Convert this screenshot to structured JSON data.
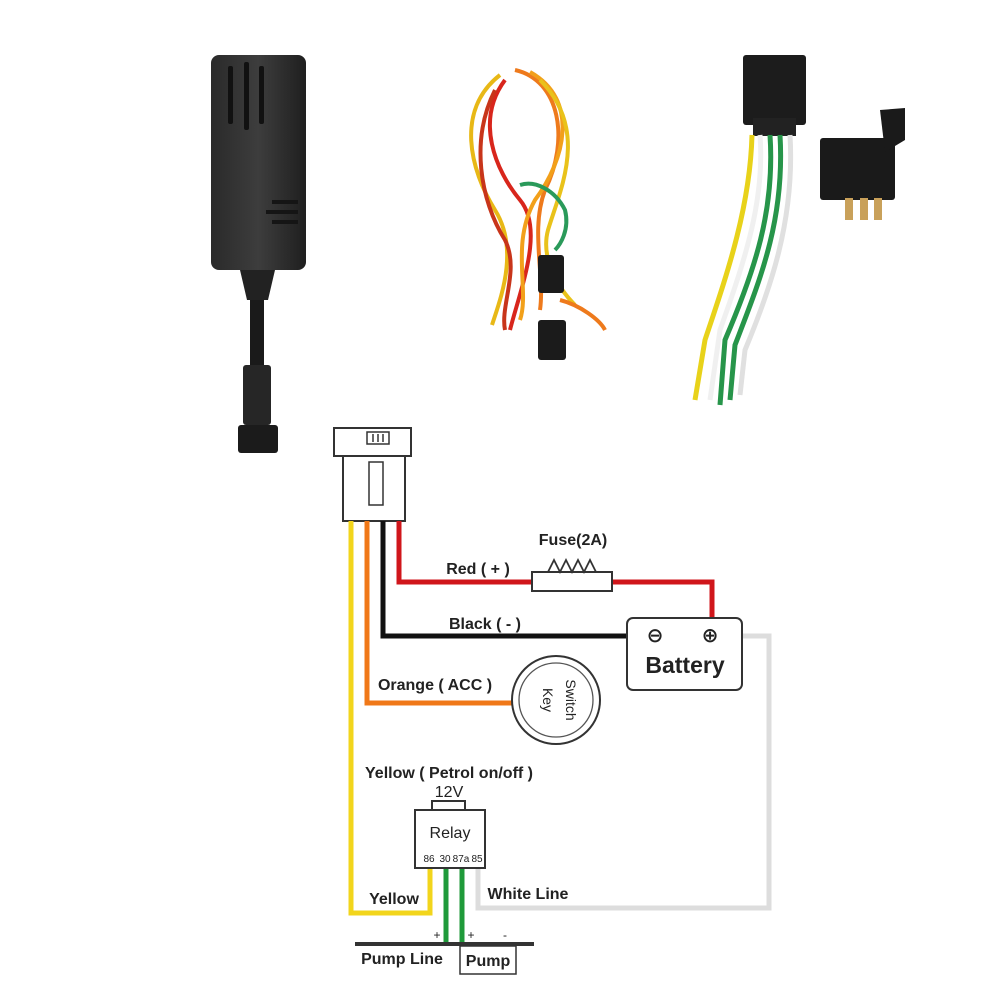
{
  "labels": {
    "fuse": "Fuse(2A)",
    "red": "Red ( + )",
    "black": "Black ( - )",
    "battery": "Battery",
    "battery_minus": "⊖",
    "battery_plus": "⊕",
    "orange": "Orange ( ACC )",
    "key_switch_line1": "Switch",
    "key_switch_line2": "Key",
    "yellow_petrol": "Yellow ( Petrol on/off )",
    "relay_voltage": "12V",
    "relay": "Relay",
    "pin_86": "86",
    "pin_30": "30",
    "pin_87a": "87a",
    "pin_85": "85",
    "white_line": "White Line",
    "yellow": "Yellow",
    "pump_line": "Pump Line",
    "pump": "Pump",
    "plus_left": "+",
    "plus_right": "+",
    "minus": "-"
  },
  "colors": {
    "red_wire": "#d0161b",
    "black_wire": "#111111",
    "orange_wire": "#f07818",
    "yellow_wire": "#f2d51c",
    "white_wire": "#dddddd",
    "green_wire": "#1f9a3a"
  },
  "products": [
    {
      "name": "gps-tracker-device"
    },
    {
      "name": "wiring-harness"
    },
    {
      "name": "relay-with-socket"
    }
  ]
}
